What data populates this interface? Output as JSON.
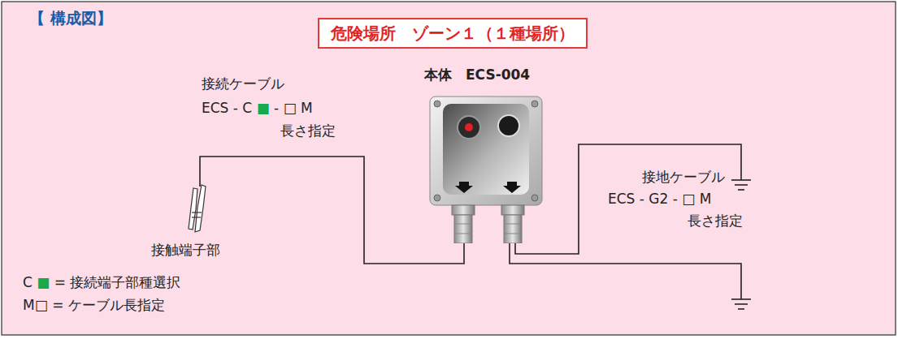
{
  "diagram": {
    "title": "【 構成図】",
    "nodes": [
      {
        "text": [
          "危険場所　ゾーン１（１種場所）"
        ]
      },
      {
        "text": [
          "本体　ECS-004"
        ]
      },
      {
        "text": [
          "接触端子部"
        ]
      }
    ],
    "edges": [
      {
        "from": 2,
        "to": 1,
        "arrow": "none"
      }
    ],
    "labels": [
      "接続ケーブル",
      "ECS - C ■ - □ M",
      "長さ指定",
      "接地ケーブル",
      "ECS - G2 - □ M",
      "長さ指定",
      "C ■ = 接続端子部種選択",
      "M□ = ケーブル長指定"
    ]
  }
}
